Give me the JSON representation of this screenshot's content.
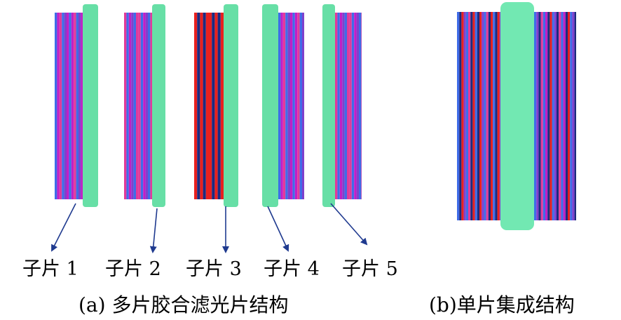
{
  "labels": {
    "sub1": "子片 1",
    "sub2": "子片 2",
    "sub3": "子片 3",
    "sub4": "子片 4",
    "sub5": "子片 5"
  },
  "captions": {
    "a": "(a) 多片胶合滤光片结构",
    "b": "(b)单片集成结构"
  },
  "colors": {
    "substrate": "#67dfa6",
    "substrate_b": "#72e8b2",
    "arrow": "#1f3a8f",
    "stripe_red": "#e8201e",
    "stripe_navy": "#1c2a80",
    "stripe_blue": "#3f6ce8",
    "stripe_pink": "#e23a9a",
    "stripe_magenta": "#c21ec6",
    "stripe_purple": "#8040cc"
  }
}
